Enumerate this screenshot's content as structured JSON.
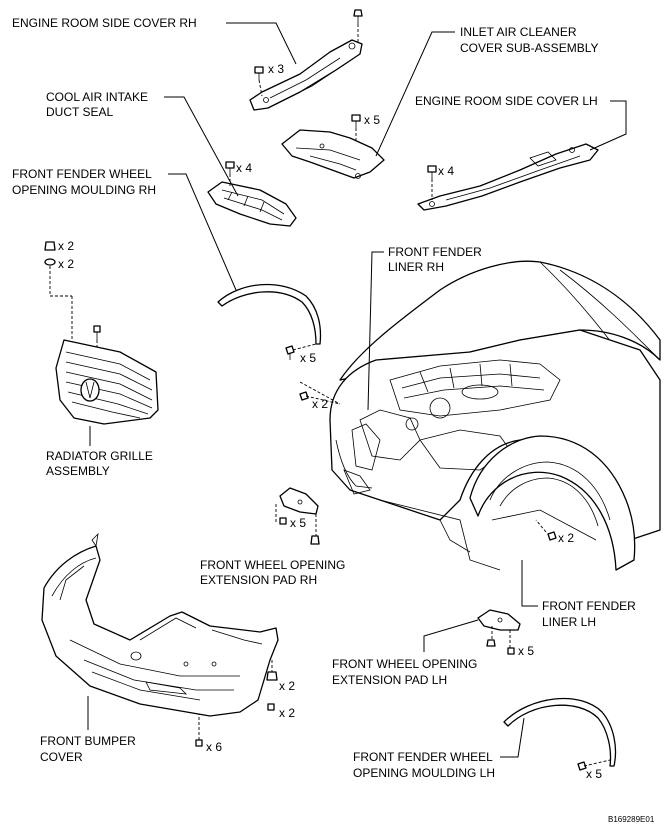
{
  "labels": {
    "engine_room_side_cover_rh": "ENGINE ROOM SIDE COVER RH",
    "inlet_air_cleaner_1": "INLET AIR CLEANER",
    "inlet_air_cleaner_2": "COVER SUB-ASSEMBLY",
    "cool_air_intake_1": "COOL AIR INTAKE",
    "cool_air_intake_2": "DUCT SEAL",
    "engine_room_side_cover_lh": "ENGINE ROOM SIDE COVER LH",
    "front_fender_wheel_rh_1": "FRONT FENDER WHEEL",
    "front_fender_wheel_rh_2": "OPENING MOULDING RH",
    "front_fender_liner_rh_1": "FRONT FENDER",
    "front_fender_liner_rh_2": "LINER RH",
    "radiator_grille_1": "RADIATOR GRILLE",
    "radiator_grille_2": "ASSEMBLY",
    "front_wheel_pad_rh_1": "FRONT WHEEL OPENING",
    "front_wheel_pad_rh_2": "EXTENSION PAD RH",
    "front_fender_liner_lh_1": "FRONT FENDER",
    "front_fender_liner_lh_2": "LINER LH",
    "front_wheel_pad_lh_1": "FRONT WHEEL OPENING",
    "front_wheel_pad_lh_2": "EXTENSION PAD LH",
    "front_bumper_1": "FRONT BUMPER",
    "front_bumper_2": "COVER",
    "front_fender_wheel_lh_1": "FRONT FENDER WHEEL",
    "front_fender_wheel_lh_2": "OPENING MOULDING LH"
  },
  "quantities": {
    "side_cover_rh": "x 3",
    "inlet_cover": "x 5",
    "side_cover_lh": "x 4",
    "intake_seal": "x 4",
    "grille_clip": "x 2",
    "grille_screw": "x 2",
    "moulding_rh": "x 5",
    "liner_rh": "x 2",
    "liner_lh": "x 2",
    "pad_rh": "x 5",
    "pad_lh": "x 5",
    "bumper_side_1": "x 2",
    "bumper_side_2": "x 2",
    "bumper_bottom": "x 6",
    "moulding_lh": "x 5"
  },
  "figure_code": "B169289E01"
}
